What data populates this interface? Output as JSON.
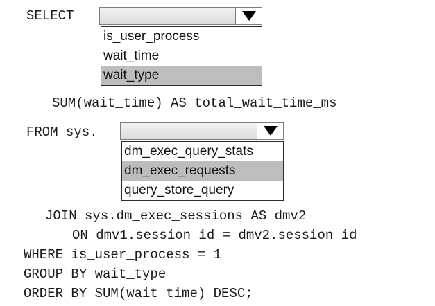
{
  "code": {
    "select_kw": "SELECT",
    "sum_line": "SUM(wait_time) AS total_wait_time_ms",
    "from_kw": "FROM sys.",
    "join_line": "JOIN sys.dm_exec_sessions AS dmv2",
    "on_line": "ON dmv1.session_id = dmv2.session_id",
    "where_line": "WHERE is_user_process = 1",
    "group_line": "GROUP BY wait_type",
    "order_line": "ORDER BY SUM(wait_time) DESC;"
  },
  "dropdown1": {
    "arrow_icon": "triangle-down-icon",
    "options": [
      {
        "label": "is_user_process",
        "selected": false
      },
      {
        "label": "wait_time",
        "selected": false
      },
      {
        "label": "wait_type",
        "selected": true
      }
    ]
  },
  "dropdown2": {
    "arrow_icon": "triangle-down-icon",
    "options": [
      {
        "label": "dm_exec_query_stats",
        "selected": false
      },
      {
        "label": "dm_exec_requests",
        "selected": true
      },
      {
        "label": "query_store_query",
        "selected": false
      }
    ]
  },
  "colors": {
    "selected_option": "#bdbdbd",
    "text": "#1a1a1a"
  }
}
